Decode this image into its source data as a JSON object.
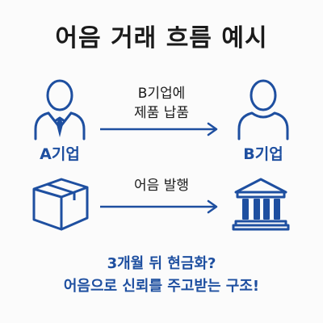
{
  "title": "어음 거래 흐름 예시",
  "party_a": {
    "label": "A기업",
    "icon": "businessman-icon"
  },
  "party_b": {
    "label": "B기업",
    "icon": "person-icon"
  },
  "arrow_top": {
    "line1": "B기업에",
    "line2": "제품 납품"
  },
  "arrow_bottom": {
    "caption": "어음 발행"
  },
  "box_icon": "package-box-icon",
  "bank_icon": "bank-building-icon",
  "footer": {
    "line1": "3개월 뒤 현금화?",
    "line2": "어음으로 신뢰를 주고받는 구조!"
  },
  "colors": {
    "accent": "#1e4fa0",
    "text": "#1a1a1a"
  }
}
